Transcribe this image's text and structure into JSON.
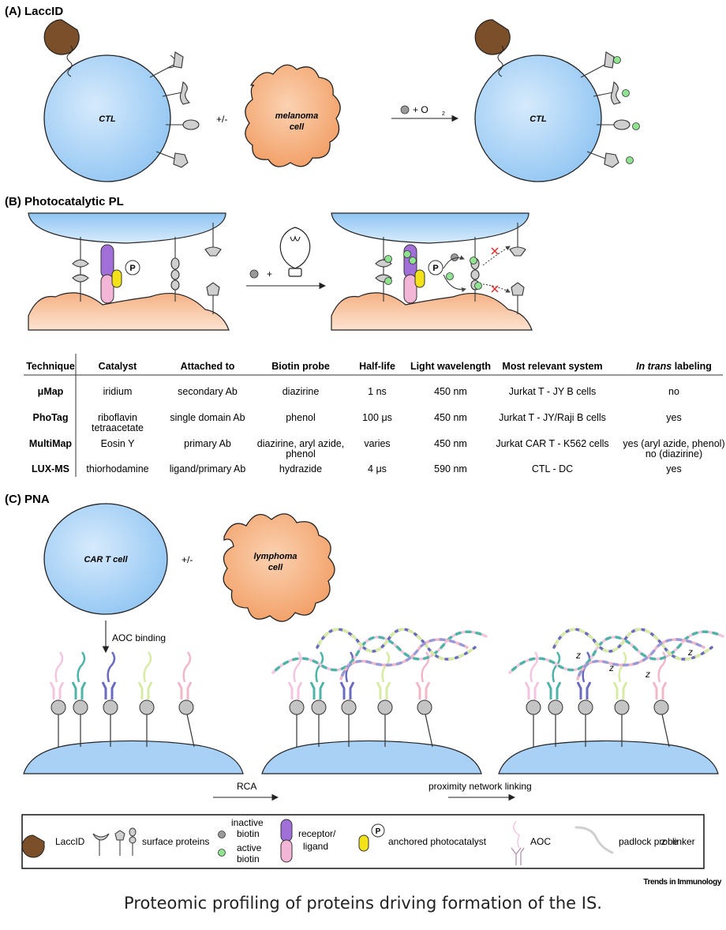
{
  "panels": {
    "a": {
      "title": "(A)  LaccID",
      "cell_left": "CTL",
      "cell_mid_1": "melanoma",
      "cell_mid_2": "cell",
      "cell_right": "CTL",
      "plusminus": "+/-",
      "reagent": "+ O",
      "reagent_sub": "2"
    },
    "b": {
      "title": "(B)  Photocatalytic PL",
      "plus": "+",
      "p_label": "P"
    },
    "c": {
      "title": "(C)  PNA",
      "cell_left": "CAR T cell",
      "cell_mid_1": "lymphoma",
      "cell_mid_2": "cell",
      "plusminus": "+/-",
      "aoc_binding": "AOC binding",
      "rca": "RCA",
      "network": "proximity network linking"
    }
  },
  "table": {
    "headers": [
      "Technique",
      "Catalyst",
      "Attached to",
      "Biotin probe",
      "Half-life",
      "Light wavelength",
      "Most relevant system",
      "In trans labeling"
    ],
    "rows": [
      {
        "technique": "μMap",
        "catalyst": [
          "iridium"
        ],
        "attached": [
          "secondary Ab"
        ],
        "probe": [
          "diazirine"
        ],
        "halflife": "1 ns",
        "wavelength": "450 nm",
        "system": "Jurkat T - JY B cells",
        "trans": [
          "no"
        ]
      },
      {
        "technique": "PhoTag",
        "catalyst": [
          "riboflavin",
          "tetraacetate"
        ],
        "attached": [
          "single domain Ab"
        ],
        "probe": [
          "phenol"
        ],
        "halflife": "100 μs",
        "wavelength": "450 nm",
        "system": "Jurkat T - JY/Raji B cells",
        "trans": [
          "yes"
        ]
      },
      {
        "technique": "MultiMap",
        "catalyst": [
          "Eosin Y"
        ],
        "attached": [
          "primary Ab"
        ],
        "probe": [
          "diazirine, aryl azide,",
          "phenol"
        ],
        "halflife": "varies",
        "wavelength": "450 nm",
        "system": "Jurkat CAR T - K562 cells",
        "trans": [
          "yes (aryl azide, phenol)",
          "no (diazirine)"
        ]
      },
      {
        "technique": "LUX-MS",
        "catalyst": [
          "thiorhodamine"
        ],
        "attached": [
          "ligand/primary Ab"
        ],
        "probe": [
          "hydrazide"
        ],
        "halflife": "4 μs",
        "wavelength": "590 nm",
        "system": "CTL - DC",
        "trans": [
          "yes"
        ]
      }
    ]
  },
  "legend": {
    "laccid": "LaccID",
    "surface": "surface proteins",
    "inactive_1": "inactive",
    "inactive_2": "biotin",
    "active_1": "active",
    "active_2": "biotin",
    "receptor_1": "receptor/",
    "receptor_2": "ligand",
    "p_label": "P",
    "photocatalyst": "anchored photocatalyst",
    "aoc": "AOC",
    "padlock": "padlock probe",
    "linker_glyph": "z",
    "linker": "linker"
  },
  "journal": "Trends in Immunology",
  "caption": "Proteomic profiling of proteins driving formation of the IS.",
  "colors": {
    "cell_blue": "#a9d1f5",
    "cell_orange": "#f4a46e",
    "laccid_brown": "#7a4f2a",
    "biotin_green": "#8fe28f",
    "biotin_gray": "#9a9a9a",
    "receptor_purple": "#a070d8",
    "ligand_pink": "#f4b6d6",
    "catalyst_yellow": "#f3e21a",
    "protein_gray": "#c4c4c4"
  }
}
